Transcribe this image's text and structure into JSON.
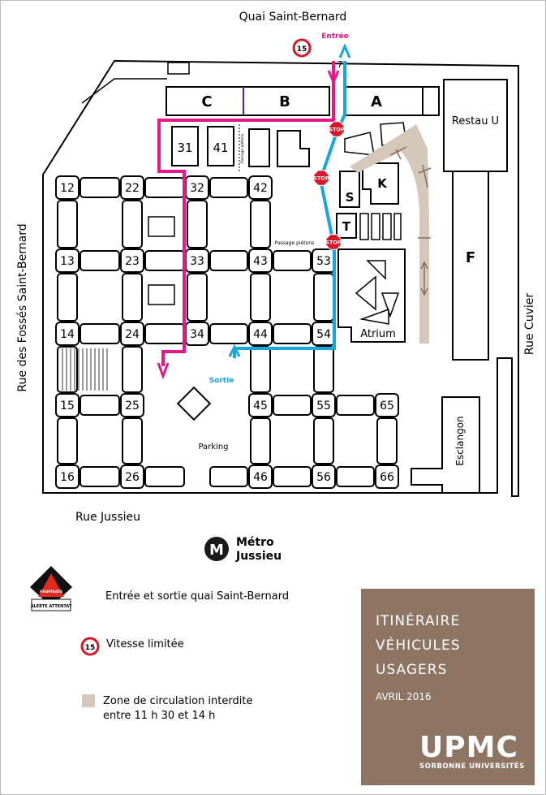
{
  "streets": {
    "north": "Quai Saint-Bernard",
    "west": "Rue des Fossés Saint-Bernard",
    "east": "Rue Cuvier",
    "south": "Rue Jussieu"
  },
  "buildings": {
    "bar": [
      "C",
      "B",
      "A"
    ],
    "restau": "Restau U",
    "f": "F",
    "s": "S",
    "k": "K",
    "t": "T",
    "atrium": "Atrium",
    "esclangon": "Esclangon",
    "t31": "31",
    "t41": "41"
  },
  "towers": [
    "12",
    "22",
    "32",
    "42",
    "13",
    "23",
    "33",
    "43",
    "53",
    "14",
    "24",
    "34",
    "44",
    "54",
    "15",
    "25",
    "45",
    "55",
    "65",
    "16",
    "26",
    "46",
    "56",
    "66"
  ],
  "labels": {
    "entree": "Entrée",
    "sortie": "Sortie",
    "stop": "STOP",
    "passage": "Passage piétons",
    "parking": "Parking",
    "speed": "15",
    "seven": "7",
    "passage_vertical": "Passage piétons"
  },
  "metro": {
    "symbol": "M",
    "line1": "Métro",
    "line2": "Jussieu"
  },
  "legend": {
    "vigipirate_top": "VIGIPIRATE",
    "vigipirate_bottom": "ALERTE ATTENTAT",
    "entry_exit": "Entrée et sortie quai Saint-Bernard",
    "speed_label": "Vitesse limitée",
    "zone_line1": "Zone de circulation interdite",
    "zone_line2": "entre 11 h 30 et 14 h"
  },
  "card": {
    "line1": "ITINÉRAIRE",
    "line2": "VÉHICULES",
    "line3": "USAGERS",
    "date": "AVRIL 2016",
    "logo": "UPMC",
    "subtitle": "SORBONNE UNIVERSITÉS"
  },
  "colors": {
    "entry_route": "#e5188a",
    "exit_route": "#1aa6dd",
    "restricted_zone": "#d5c8ba",
    "stop": "#d7182a",
    "card_bg": "#8d7463"
  }
}
